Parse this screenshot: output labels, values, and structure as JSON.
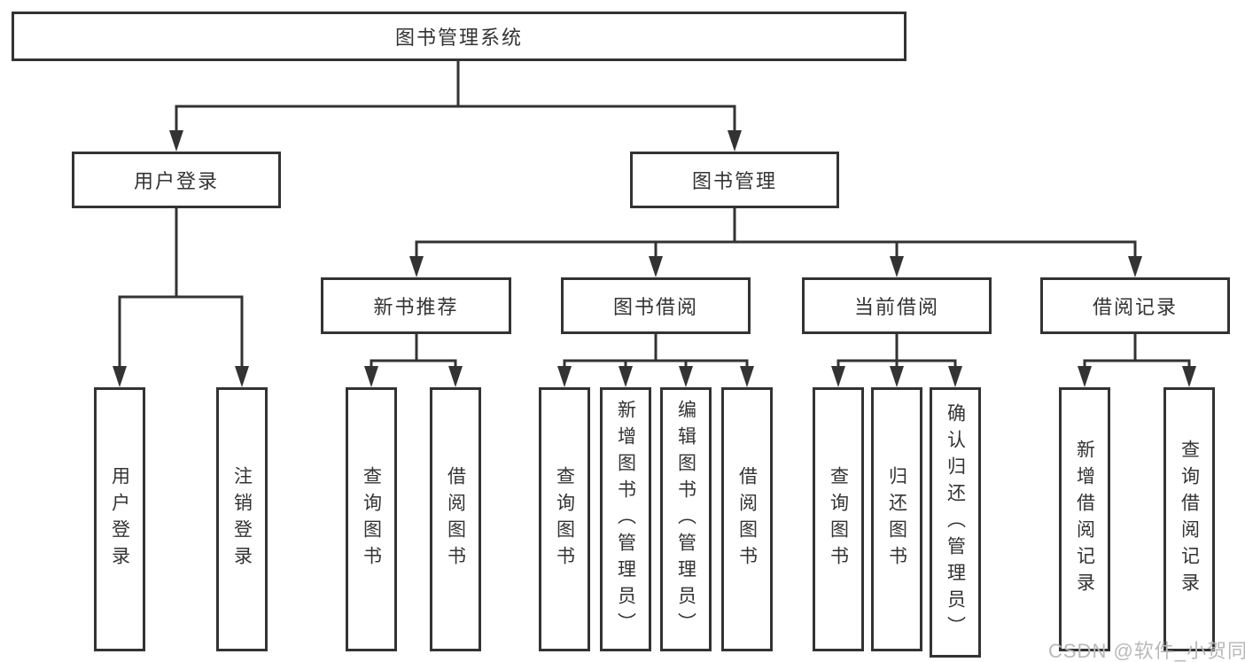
{
  "tree": {
    "label": "图书管理系统",
    "children": [
      {
        "label": "用户登录",
        "children": [
          {
            "label": "用户登录"
          },
          {
            "label": "注销登录"
          }
        ]
      },
      {
        "label": "图书管理",
        "children": [
          {
            "label": "新书推荐",
            "children": [
              {
                "label": "查询图书"
              },
              {
                "label": "借阅图书"
              }
            ]
          },
          {
            "label": "图书借阅",
            "children": [
              {
                "label": "查询图书"
              },
              {
                "label": "新增图书（管理员）"
              },
              {
                "label": "编辑图书（管理员）"
              },
              {
                "label": "借阅图书"
              }
            ]
          },
          {
            "label": "当前借阅",
            "children": [
              {
                "label": "查询图书"
              },
              {
                "label": "归还图书"
              },
              {
                "label": "确认归还（管理员）"
              }
            ]
          },
          {
            "label": "借阅记录",
            "children": [
              {
                "label": "新增借阅记录"
              },
              {
                "label": "查询借阅记录"
              }
            ]
          }
        ]
      }
    ]
  },
  "watermark": {
    "text": "CSDN @软件_小贺同学"
  },
  "colors": {
    "line": "#333333",
    "box_border": "#333333",
    "text": "#333333",
    "watermark": "#b9b9b9",
    "background": "#ffffff"
  }
}
